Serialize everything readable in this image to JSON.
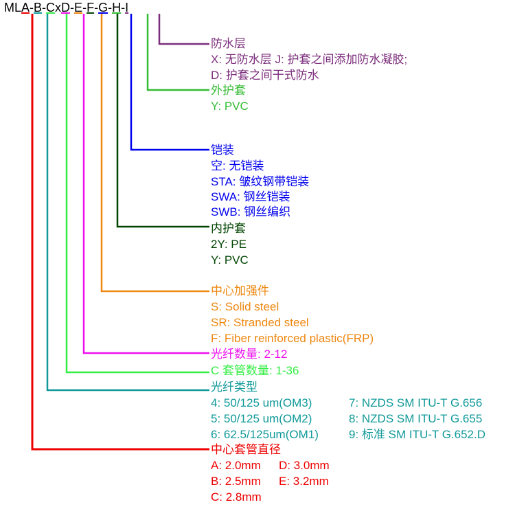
{
  "code": {
    "p0": "ML",
    "A": "A",
    "d1": "-",
    "B": "B",
    "d2": "-",
    "C": "C",
    "x": "x",
    "D": "D",
    "d3": "-",
    "E": "E",
    "d4": "-",
    "F": "F",
    "d5": "-",
    "G": "G",
    "d6": "-",
    "H": "H",
    "d7": "-",
    "I": "I"
  },
  "colors": {
    "I": "#7b2d7b",
    "H": "#33bb33",
    "G": "#0000ee",
    "F": "#004400",
    "E": "#ee8811",
    "D": "#ee11ee",
    "C": "#33ee44",
    "B": "#119999",
    "A": "#ee0000"
  },
  "waterproof": {
    "title": "防水层",
    "line1": "X: 无防水层 J: 护套之间添加防水凝胶;",
    "line2": "D: 护套之间干式防水"
  },
  "outer_sheath": {
    "title": "外护套",
    "line1": "Y: PVC"
  },
  "armor": {
    "title": "铠装",
    "line1": "空: 无铠装",
    "line2": "STA:  皱纹钢带铠装",
    "line3": "SWA: 钢丝铠装",
    "line4": "SWB: 钢丝编织"
  },
  "inner_sheath": {
    "title": "内护套",
    "line1": "2Y: PE",
    "line2": "Y: PVC"
  },
  "strength_member": {
    "title": "中心加强件",
    "line1": "S: Solid steel",
    "line2": "SR: Stranded steel",
    "line3": "F: Fiber reinforced plastic(FRP)"
  },
  "fiber_count": {
    "title": "光纤数量: 2-12"
  },
  "tube_count": {
    "title": "C 套管数量: 1-36"
  },
  "fiber_type": {
    "title": "光纤类型",
    "left": [
      "4: 50/125 um(OM3)",
      "5: 50/125 um(OM2)",
      "6: 62.5/125um(OM1)"
    ],
    "right": [
      "7: NZDS SM ITU-T G.656",
      "8: NZDS SM ITU-T G.655",
      "9: 标准 SM ITU-T G.652.D"
    ]
  },
  "tube_diameter": {
    "title": "中心套管直径",
    "row1a": "A: 2.0mm",
    "row1b": "D: 3.0mm",
    "row2a": "B: 2.5mm",
    "row2b": "E: 3.2mm",
    "row3a": "C: 2.8mm"
  }
}
